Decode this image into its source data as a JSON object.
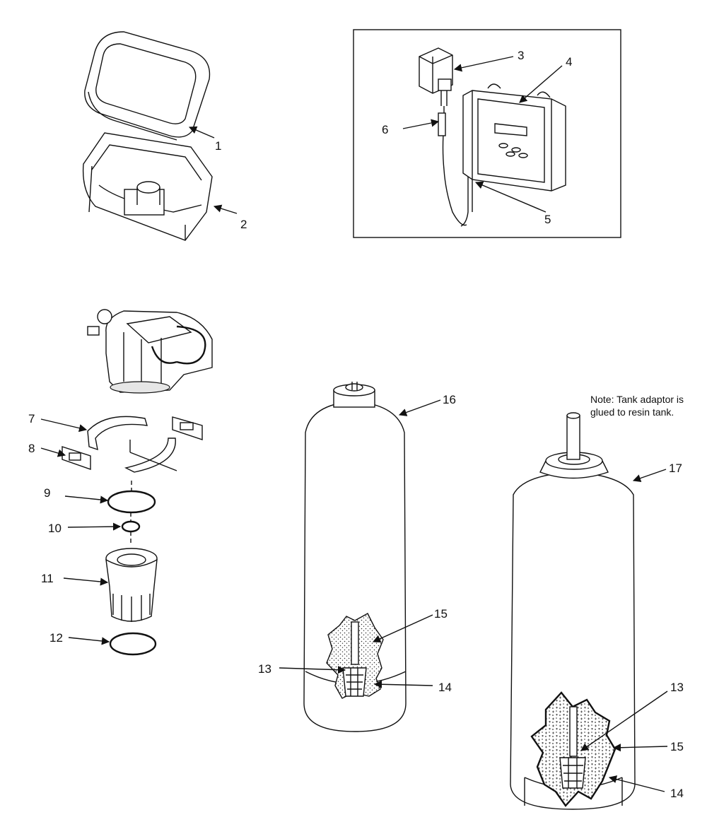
{
  "callouts": {
    "c1": "1",
    "c2": "2",
    "c3": "3",
    "c4": "4",
    "c5": "5",
    "c6": "6",
    "c7": "7",
    "c8": "8",
    "c9": "9",
    "c10": "10",
    "c11": "11",
    "c12": "12",
    "c13a": "13",
    "c14a": "14",
    "c15a": "15",
    "c16": "16",
    "c13b": "13",
    "c15b": "15",
    "c14b": "14",
    "c17": "17"
  },
  "note": {
    "line1": "Note: Tank adaptor is",
    "line2": "glued to resin tank."
  }
}
